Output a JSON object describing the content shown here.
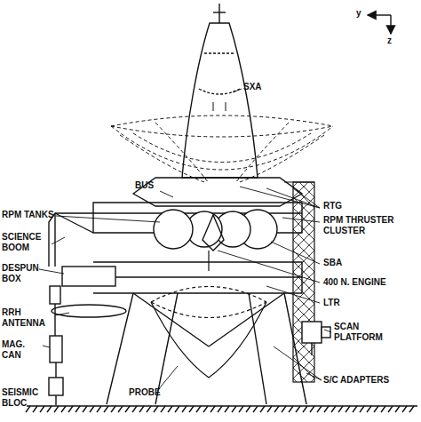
{
  "diagram": {
    "labels": [
      "y",
      "z",
      "SXA",
      "BUS",
      "RPM TANKS",
      "RTG",
      "RPM THRUSTER CLUSTER",
      "SCIENCE BOOM",
      "SBA",
      "DESPUN BOX",
      "400 N. ENGINE",
      "LTR",
      "RRH ANTENNA",
      "SCAN PLATFORM",
      "MAG. CAN",
      "PROBE",
      "S/C ADAPTERS",
      "SEISMIC BLOC"
    ]
  }
}
